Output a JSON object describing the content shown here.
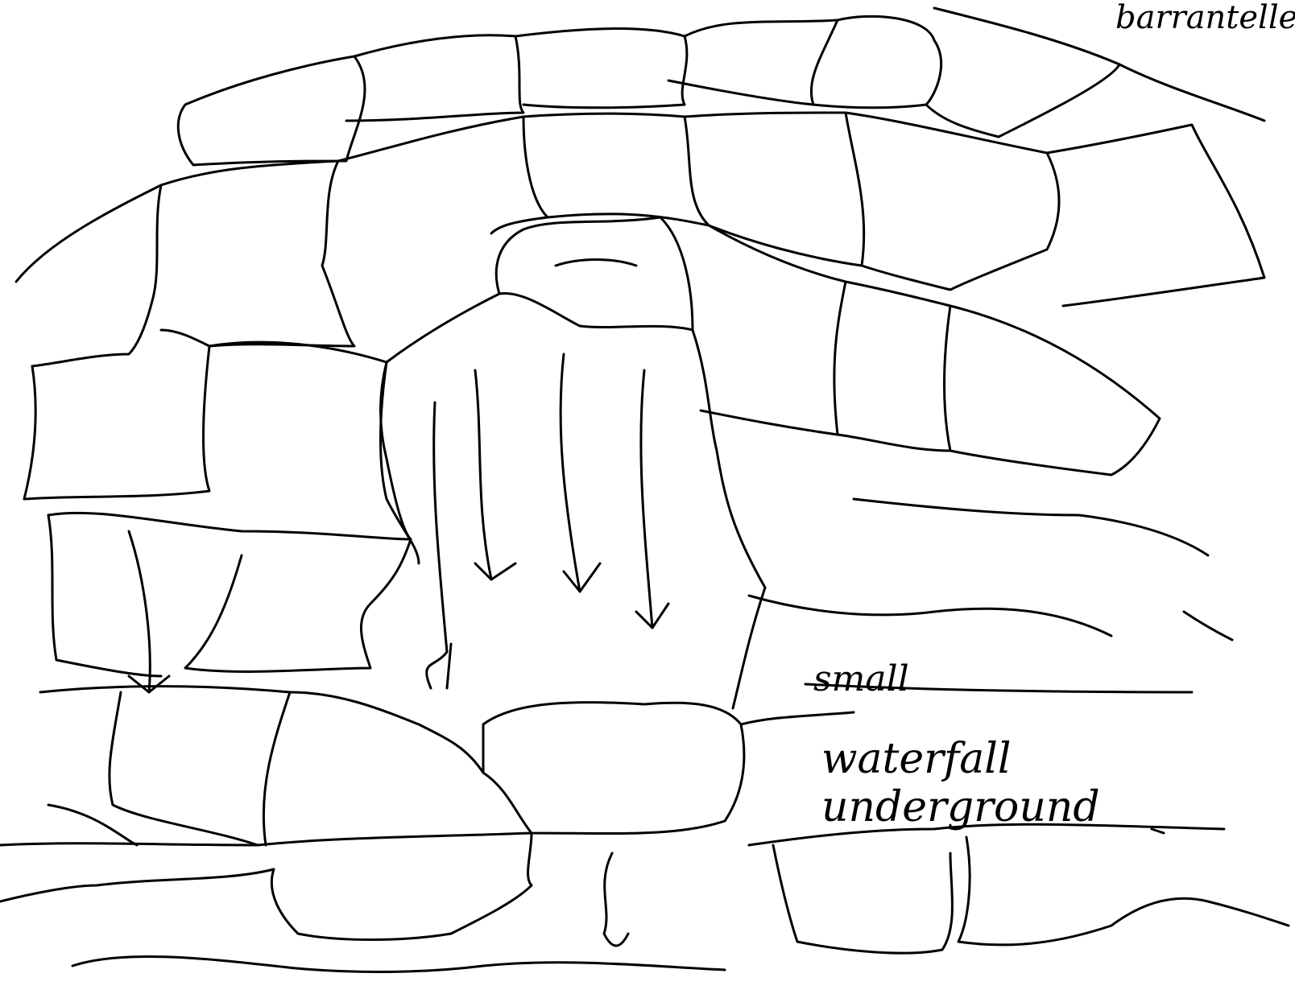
{
  "labels": {
    "top_right": "barrantelle",
    "line1": "small",
    "line2": "waterfall",
    "line3": "underground"
  },
  "colors": {
    "ink": "#000000",
    "paper": "#ffffff"
  }
}
